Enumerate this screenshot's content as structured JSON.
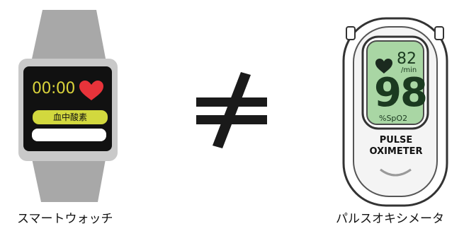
{
  "watch": {
    "time": "00:00",
    "badge": "血中酸素",
    "caption": "スマートウォッチ",
    "accent_color": "#d9d23b",
    "heart_color": "#e8333a",
    "icon": "heart-icon"
  },
  "symbol": "≠",
  "oximeter": {
    "pulse_value": "82",
    "pulse_unit": "/min",
    "spo2_value": "98",
    "spo2_unit": "%SpO2",
    "label_line1": "PULSE",
    "label_line2": "OXIMETER",
    "caption": "パルスオキシメータ",
    "lcd_color": "#a9d6a4",
    "icon": "heart-icon"
  }
}
